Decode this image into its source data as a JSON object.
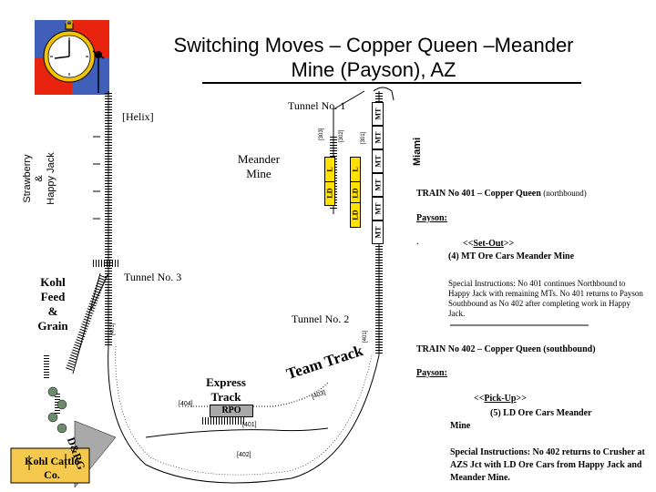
{
  "title": {
    "line1": "Switching Moves – Copper Queen –Meander",
    "line2": "Mine (Payson), AZ"
  },
  "logo": {
    "icon": "pocket-watch-icon",
    "colors": {
      "top_left": "#3f5fb8",
      "bottom_left": "#e8240f",
      "top_right": "#e8240f",
      "bottom_right": "#3f5fb8"
    }
  },
  "labels": {
    "helix": "[Helix]",
    "tunnel1": "Tunnel No. 1",
    "tunnel2": "Tunnel No. 2",
    "tunnel3": "Tunnel No. 3",
    "meander_line1": "Meander",
    "meander_line2": "Mine",
    "strawberry_line1": "Strawberry",
    "strawberry_line2": "&",
    "strawberry_line3": "Happy Jack",
    "miami": "Miami",
    "kohl_feed": [
      "Kohl",
      "Feed",
      "&",
      "Grain"
    ],
    "kohl_cattle": [
      "Kohl Cattle",
      "Co."
    ],
    "express_line1": "Express",
    "express_line2": "Track",
    "rpo": "RPO",
    "team_track": "Team Track",
    "drg": "D&RG"
  },
  "track_tags": {
    "t303": "[303]",
    "t302": "[302]",
    "t301": "[301]",
    "t401a": "[401]",
    "t401b": "[401]",
    "t401c": "[401]",
    "t404": "[404]",
    "t403": "[403]",
    "t402": "[402]"
  },
  "cars": {
    "mt": "MT",
    "ld": "LD",
    "l": "L"
  },
  "train401": {
    "header_a": "TRAIN  No 401 – Copper Queen ",
    "header_b": "(northbound)",
    "place": "Payson:",
    "dot": ".",
    "setout_a": "<<",
    "setout_u": "Set-Out",
    "setout_b": ">>",
    "setout_detail": "(4) MT   Ore Cars    Meander Mine",
    "instructions": "Special Instructions: No 401 continues Northbound to Happy Jack with remaining MTs. No 401 returns to Payson Southbound as No 402 after completing work in Happy Jack."
  },
  "train402": {
    "header": "TRAIN No 402 – Copper Queen (southbound)",
    "place": "Payson:",
    "pickup_a": "<<",
    "pickup_u": "Pick-Up",
    "pickup_b": ">>",
    "pickup_detail": "(5) LD   Ore Cars   Meander",
    "pickup_detail2": "Mine",
    "instructions": "Special Instructions:  No 402 returns to Crusher at AZS Jct with LD Ore Cars from Happy Jack and Meander Mine."
  }
}
